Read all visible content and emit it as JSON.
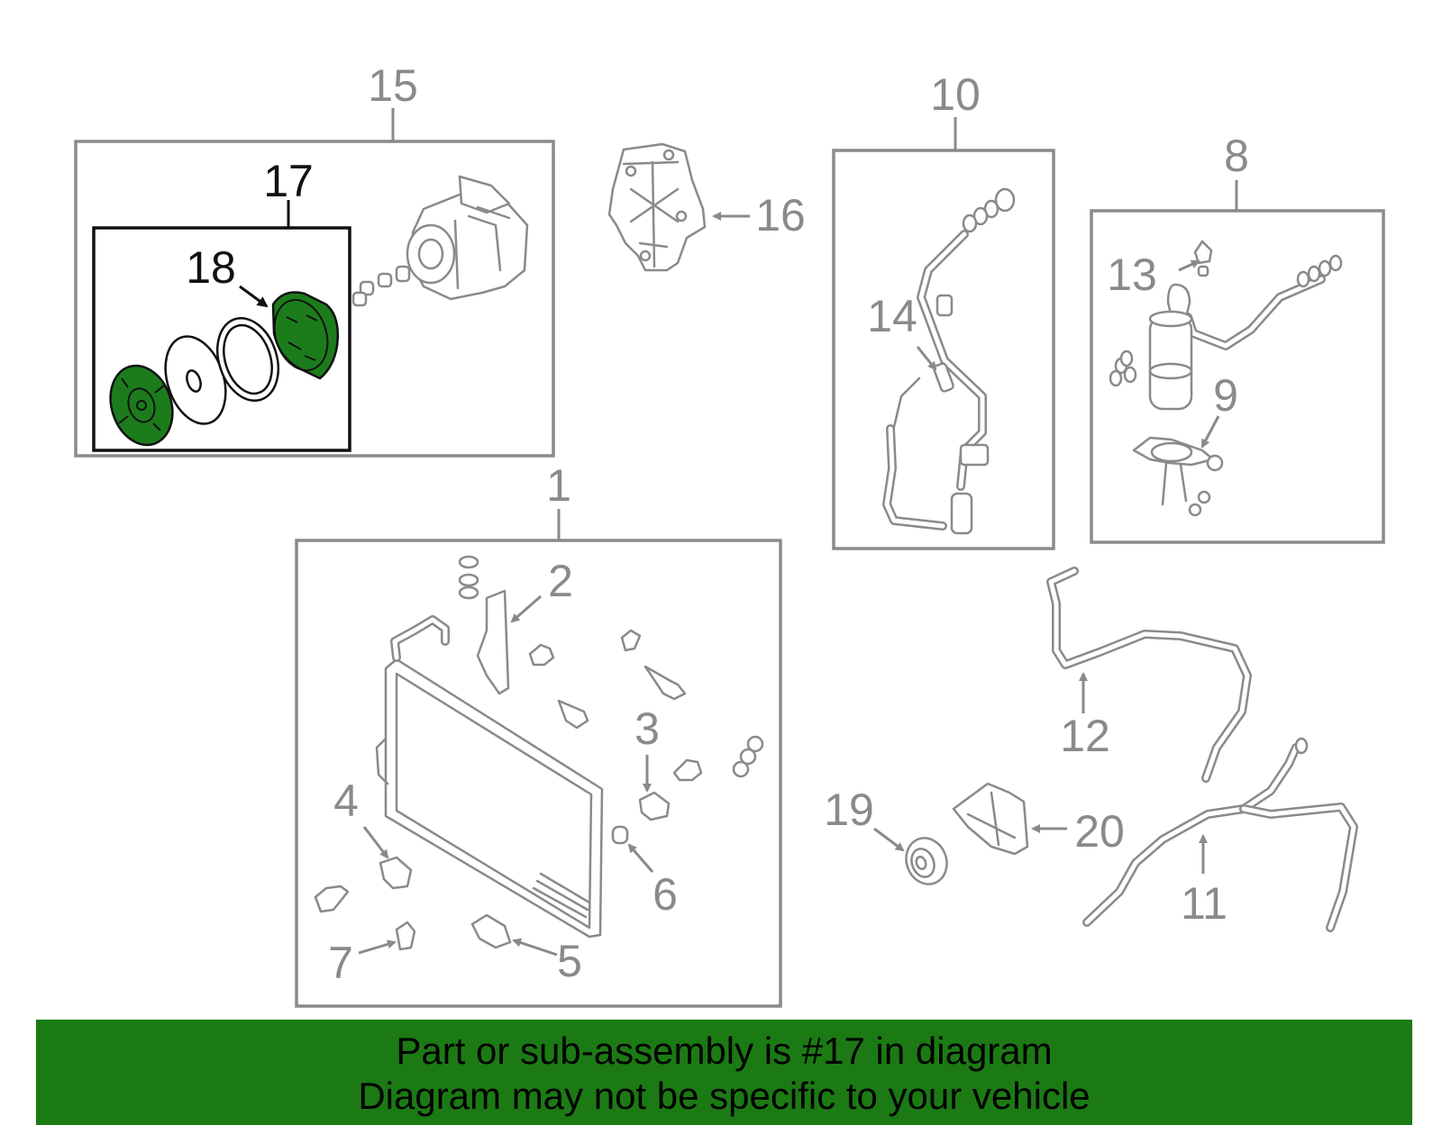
{
  "callouts": {
    "c1": "1",
    "c2": "2",
    "c3": "3",
    "c4": "4",
    "c5": "5",
    "c6": "6",
    "c7": "7",
    "c8": "8",
    "c9": "9",
    "c10": "10",
    "c11": "11",
    "c12": "12",
    "c13": "13",
    "c14": "14",
    "c15": "15",
    "c16": "16",
    "c17": "17",
    "c18": "18",
    "c19": "19",
    "c20": "20"
  },
  "highlight": {
    "part_number": "17",
    "color": "#1c7a14"
  },
  "banner": {
    "line1": "Part or sub-assembly is #17 in diagram",
    "line2": "Diagram may not be specific to your vehicle"
  }
}
